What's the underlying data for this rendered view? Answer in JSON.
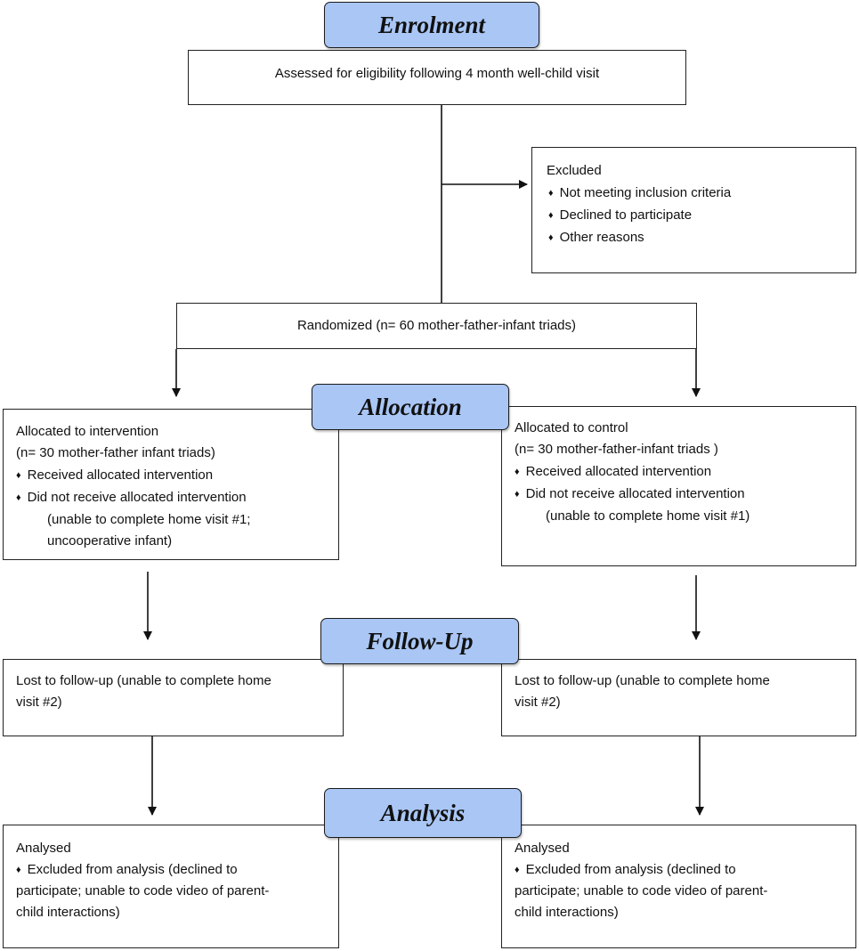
{
  "stages": {
    "enrolment": "Enrolment",
    "allocation": "Allocation",
    "follow_up": "Follow-Up",
    "analysis": "Analysis"
  },
  "assessed": "Assessed for eligibility following 4 month well-child visit",
  "excluded": {
    "title": "Excluded",
    "items": [
      "Not meeting inclusion criteria",
      "Declined to participate",
      "Other reasons"
    ]
  },
  "randomized": "Randomized (n= 60 mother-father-infant triads)",
  "allocation_left": {
    "line1": "Allocated to intervention",
    "line2": "(n= 30 mother-father infant triads)",
    "item1": "Received allocated intervention",
    "item2": "Did not receive allocated intervention",
    "note1": "(unable to complete home visit #1;",
    "note2": "uncooperative infant)"
  },
  "allocation_right": {
    "line1": "Allocated to control",
    "line2": "(n= 30 mother-father-infant triads )",
    "item1": "Received allocated intervention",
    "item2": "Did not receive allocated intervention",
    "note1": "(unable to complete home visit #1)"
  },
  "followup_left": {
    "line1": "Lost to follow-up (unable to complete home",
    "line2": "visit #2)"
  },
  "followup_right": {
    "line1": "Lost to follow-up (unable to complete home",
    "line2": "visit #2)"
  },
  "analysis_left": {
    "title": "Analysed",
    "item1": "Excluded from analysis (declined to",
    "line2": "participate; unable to code video of parent-",
    "line3": "child interactions)"
  },
  "analysis_right": {
    "title": "Analysed",
    "item1": "Excluded from analysis (declined to",
    "line2": "participate; unable to code video of parent-",
    "line3": "child interactions)"
  },
  "bullet_symbol": "♦"
}
